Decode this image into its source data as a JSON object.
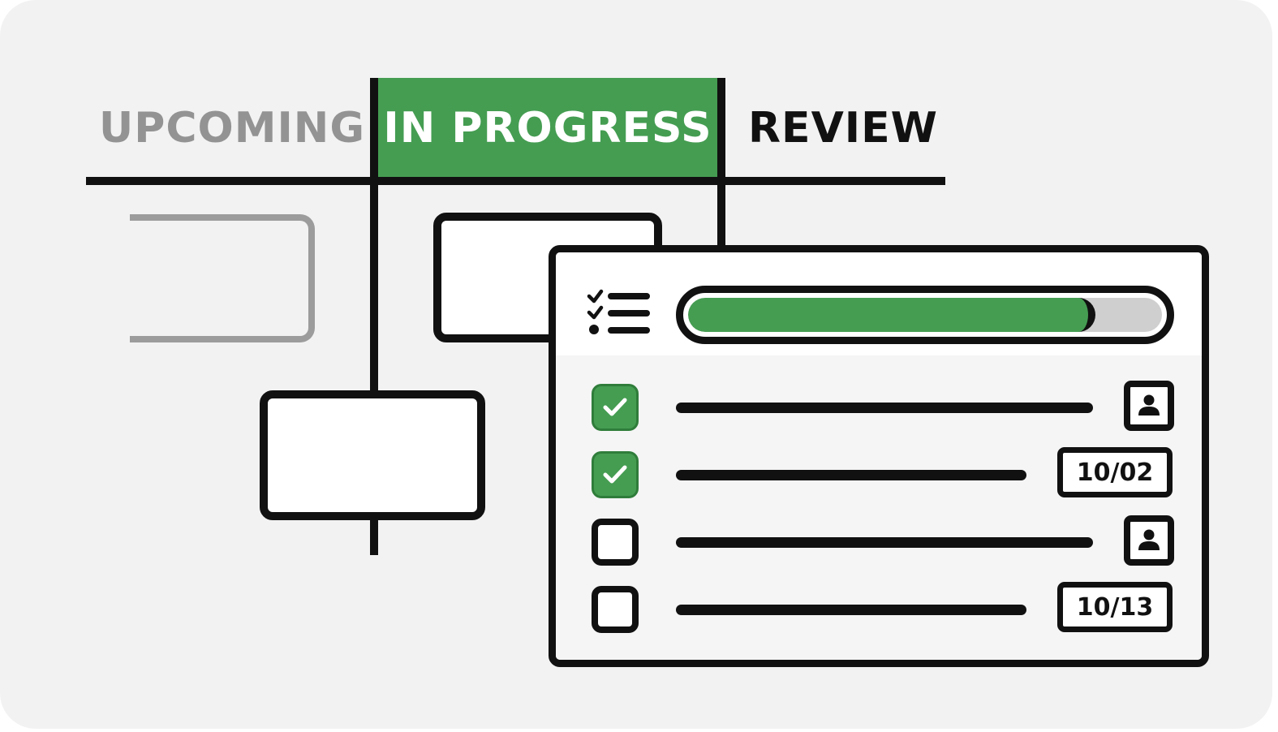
{
  "board": {
    "tabs": [
      {
        "label": "UPCOMING",
        "state": "inactive"
      },
      {
        "label": "IN PROGRESS",
        "state": "active"
      },
      {
        "label": "REVIEW",
        "state": "default"
      }
    ]
  },
  "task_panel": {
    "progress_percent": 86,
    "tasks": [
      {
        "checked": true,
        "meta_type": "assignee",
        "meta_icon": "person-icon"
      },
      {
        "checked": true,
        "meta_type": "date",
        "date": "10/02"
      },
      {
        "checked": false,
        "meta_type": "assignee",
        "meta_icon": "person-icon"
      },
      {
        "checked": false,
        "meta_type": "date",
        "date": "10/13"
      }
    ]
  },
  "icons": {
    "checklist": "checklist-icon",
    "check": "check-icon",
    "person": "person-icon"
  },
  "colors": {
    "accent_green": "#459d52",
    "ink": "#111111",
    "muted": "#939393",
    "background": "#f2f2f2",
    "progress_remaining": "#cfcfcf"
  }
}
